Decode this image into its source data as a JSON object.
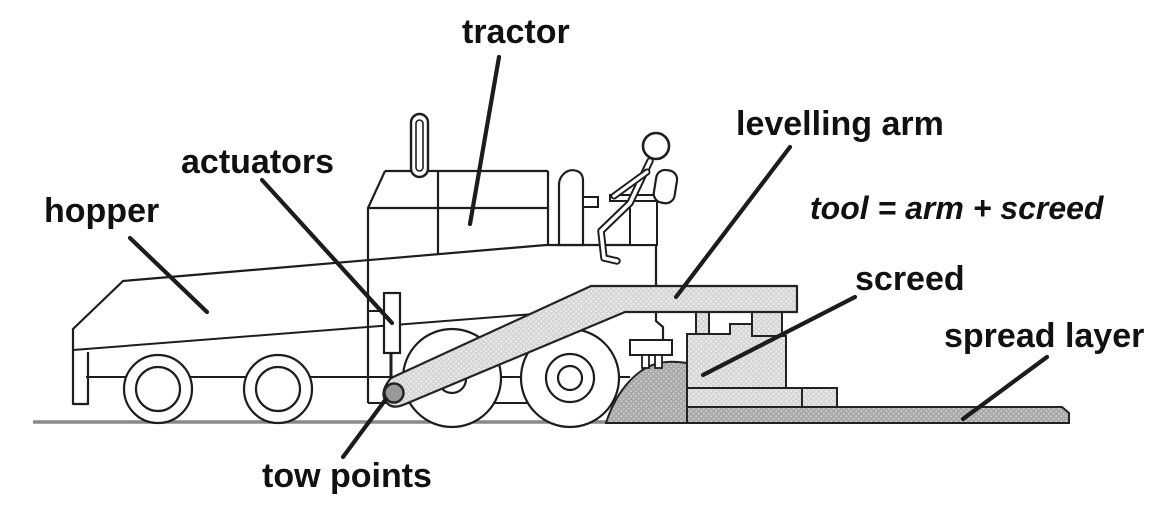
{
  "figure": {
    "labels": {
      "tractor": "tractor",
      "actuators": "actuators",
      "hopper": "hopper",
      "levelling_arm": "levelling arm",
      "formula": "tool = arm + screed",
      "screed": "screed",
      "spread_layer": "spread layer",
      "tow_points": "tow points"
    },
    "colors": {
      "outline": "#1d1d1d",
      "label_text": "#111111",
      "light_fill": "#d6d6d6",
      "dark_fill": "#a8a8a8",
      "ground_line": "#8a8a8a",
      "background": "#ffffff"
    }
  }
}
